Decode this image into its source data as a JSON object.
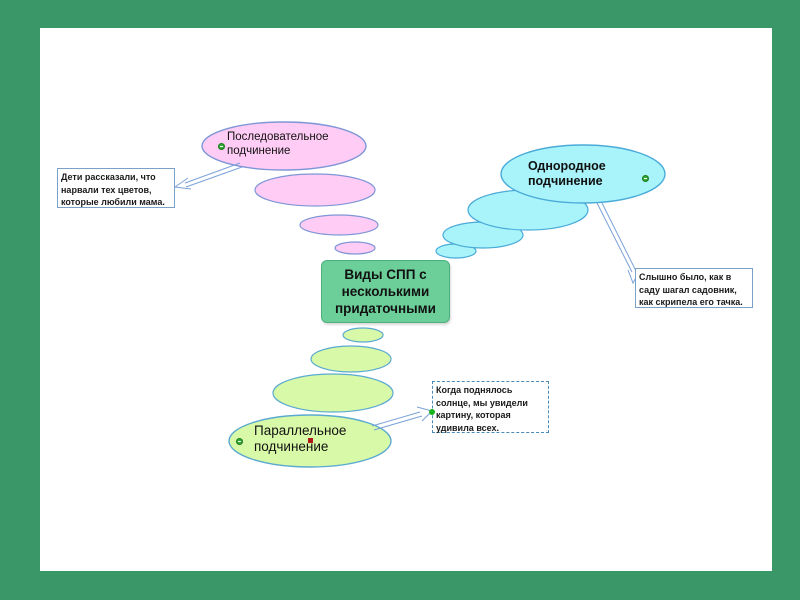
{
  "colors": {
    "frame": "#3a9868",
    "center_fill": "#6ccf9a",
    "sequential_fill": "#ffccf5",
    "homogeneous_fill": "#a8f4fa",
    "parallel_fill": "#d8f9a8",
    "outline": "#6a96c8"
  },
  "diagram": {
    "center": {
      "line1": "Виды СПП с",
      "line2": "несколькими",
      "line3": "придаточными"
    },
    "branches": [
      {
        "id": "sequential",
        "line1": "Последовательное",
        "line2": "подчинение",
        "example": [
          "Дети рассказали, что",
          "нарвали тех цветов,",
          "которые любили мама."
        ]
      },
      {
        "id": "homogeneous",
        "line1": "Однородное",
        "line2": "подчинение",
        "example": [
          "Слышно было, как в",
          "саду шагал садовник,",
          "как скрипела его тачка."
        ]
      },
      {
        "id": "parallel",
        "line1": "Параллельное",
        "line2": "подчинение",
        "example": [
          "Когда поднялось",
          "солнце, мы увидели",
          "картину, которая",
          "удивила всех."
        ]
      }
    ]
  }
}
